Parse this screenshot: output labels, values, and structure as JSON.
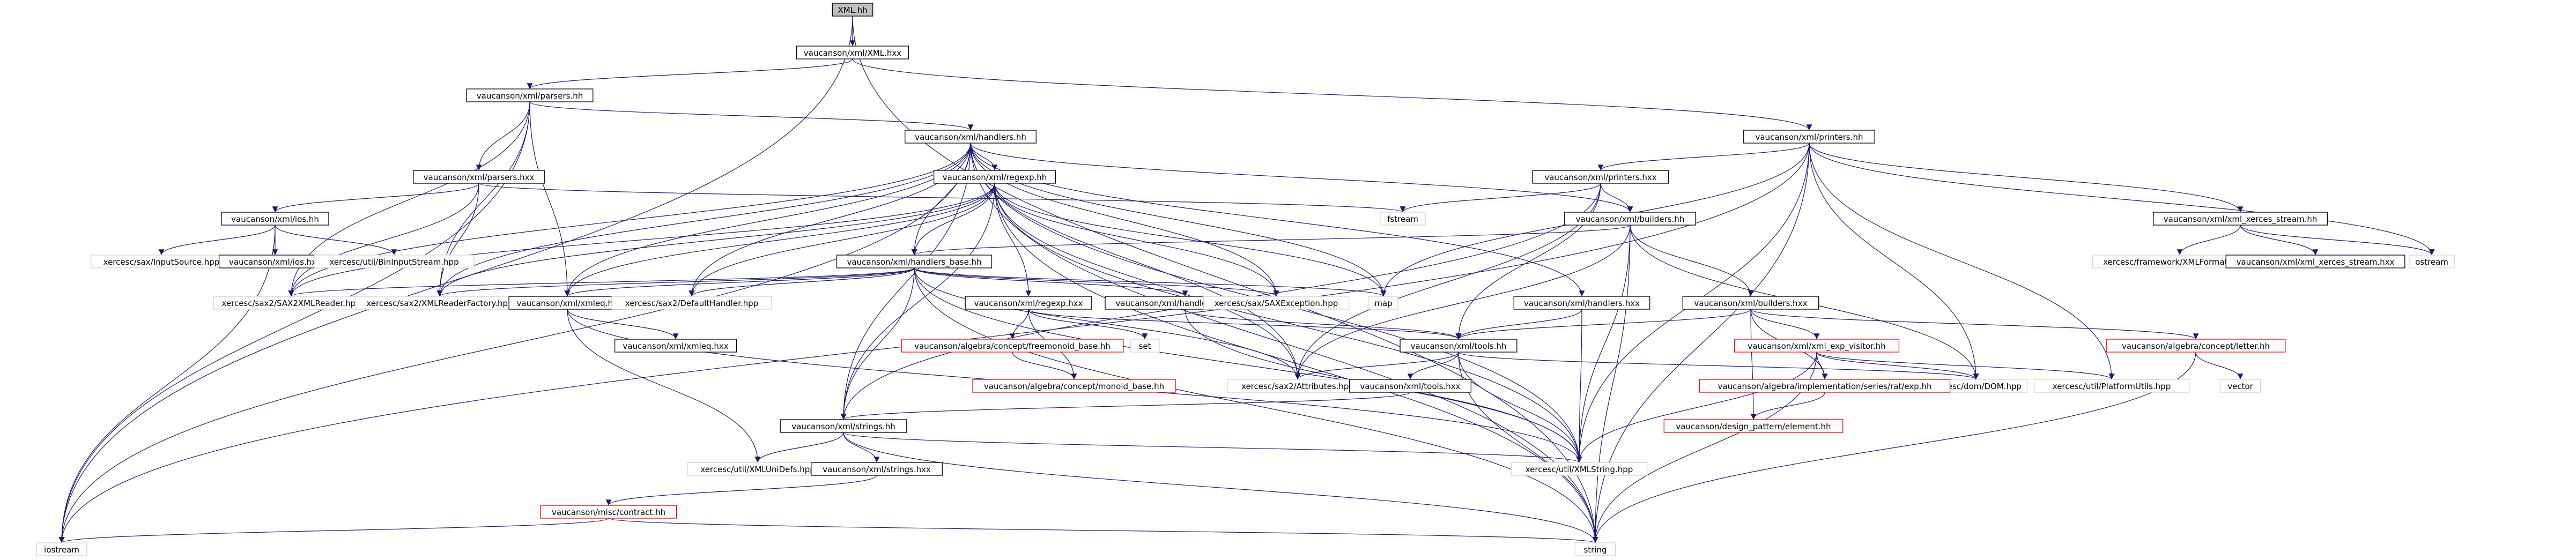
{
  "nodes": [
    {
      "id": "xml_hh",
      "label": "XML.hh",
      "kind": "root"
    },
    {
      "id": "vauc_xml_hxx",
      "label": "vaucanson/xml/XML.hxx",
      "kind": "normal"
    },
    {
      "id": "parsers_hh",
      "label": "vaucanson/xml/parsers.hh",
      "kind": "normal"
    },
    {
      "id": "handlers_hh",
      "label": "vaucanson/xml/handlers.hh",
      "kind": "normal"
    },
    {
      "id": "printers_hh",
      "label": "vaucanson/xml/printers.hh",
      "kind": "normal"
    },
    {
      "id": "regexp_hh",
      "label": "vaucanson/xml/regexp.hh",
      "kind": "normal"
    },
    {
      "id": "parsers_hxx",
      "label": "vaucanson/xml/parsers.hxx",
      "kind": "normal"
    },
    {
      "id": "printers_hxx",
      "label": "vaucanson/xml/printers.hxx",
      "kind": "normal"
    },
    {
      "id": "ios_hh",
      "label": "vaucanson/xml/ios.hh",
      "kind": "normal"
    },
    {
      "id": "fstream",
      "label": "fstream",
      "kind": "system"
    },
    {
      "id": "builders_hh",
      "label": "vaucanson/xml/builders.hh",
      "kind": "normal"
    },
    {
      "id": "xerces_stream_hh",
      "label": "vaucanson/xml/xml_xerces_stream.hh",
      "kind": "normal"
    },
    {
      "id": "inputsource",
      "label": "xercesc/sax/InputSource.hpp",
      "kind": "system"
    },
    {
      "id": "ios_hxx",
      "label": "vaucanson/xml/ios.hxx",
      "kind": "normal"
    },
    {
      "id": "bininputstream",
      "label": "xercesc/util/BinInputStream.hpp",
      "kind": "system"
    },
    {
      "id": "handlers_base_hh",
      "label": "vaucanson/xml/handlers_base.hh",
      "kind": "normal"
    },
    {
      "id": "xmlformatter",
      "label": "xercesc/framework/XMLFormatter.hpp",
      "kind": "system"
    },
    {
      "id": "xerces_stream_hxx",
      "label": "vaucanson/xml/xml_xerces_stream.hxx",
      "kind": "normal"
    },
    {
      "id": "ostream",
      "label": "ostream",
      "kind": "system"
    },
    {
      "id": "sax2xmlreader",
      "label": "xercesc/sax2/SAX2XMLReader.hpp",
      "kind": "system"
    },
    {
      "id": "xmlreaderfactory",
      "label": "xercesc/sax2/XMLReaderFactory.hpp",
      "kind": "system"
    },
    {
      "id": "xmleq_hh",
      "label": "vaucanson/xml/xmleq.hh",
      "kind": "normal"
    },
    {
      "id": "defaulthandler",
      "label": "xercesc/sax2/DefaultHandler.hpp",
      "kind": "system"
    },
    {
      "id": "regexp_hxx",
      "label": "vaucanson/xml/regexp.hxx",
      "kind": "normal"
    },
    {
      "id": "handlers_base_hxx",
      "label": "vaucanson/xml/handlers_base.hxx",
      "kind": "normal"
    },
    {
      "id": "saxexception",
      "label": "xercesc/sax/SAXException.hpp",
      "kind": "system"
    },
    {
      "id": "map",
      "label": "map",
      "kind": "system"
    },
    {
      "id": "handlers_hxx",
      "label": "vaucanson/xml/handlers.hxx",
      "kind": "normal"
    },
    {
      "id": "builders_hxx",
      "label": "vaucanson/xml/builders.hxx",
      "kind": "normal"
    },
    {
      "id": "xmleq_hxx",
      "label": "vaucanson/xml/xmleq.hxx",
      "kind": "normal"
    },
    {
      "id": "freemonoid_base",
      "label": "vaucanson/algebra/concept/freemonoid_base.hh",
      "kind": "missing"
    },
    {
      "id": "set",
      "label": "set",
      "kind": "system"
    },
    {
      "id": "tools_hh",
      "label": "vaucanson/xml/tools.hh",
      "kind": "normal"
    },
    {
      "id": "xml_exp_visitor",
      "label": "vaucanson/xml/xml_exp_visitor.hh",
      "kind": "missing"
    },
    {
      "id": "letter_hh",
      "label": "vaucanson/algebra/concept/letter.hh",
      "kind": "missing"
    },
    {
      "id": "vector",
      "label": "vector",
      "kind": "system"
    },
    {
      "id": "monoid_base",
      "label": "vaucanson/algebra/concept/monoid_base.hh",
      "kind": "missing"
    },
    {
      "id": "attributes",
      "label": "xercesc/sax2/Attributes.hpp",
      "kind": "system"
    },
    {
      "id": "tools_hxx",
      "label": "vaucanson/xml/tools.hxx",
      "kind": "normal"
    },
    {
      "id": "dom",
      "label": "xercesc/dom/DOM.hpp",
      "kind": "system"
    },
    {
      "id": "platformutils",
      "label": "xercesc/util/PlatformUtils.hpp",
      "kind": "system"
    },
    {
      "id": "series_exp",
      "label": "vaucanson/algebra/implementation/series/rat/exp.hh",
      "kind": "missing"
    },
    {
      "id": "strings_hh",
      "label": "vaucanson/xml/strings.hh",
      "kind": "normal"
    },
    {
      "id": "pattern_element",
      "label": "vaucanson/design_pattern/element.hh",
      "kind": "missing"
    },
    {
      "id": "xmlunidefs",
      "label": "xercesc/util/XMLUniDefs.hpp",
      "kind": "system"
    },
    {
      "id": "strings_hxx",
      "label": "vaucanson/xml/strings.hxx",
      "kind": "normal"
    },
    {
      "id": "xmlstring",
      "label": "xercesc/util/XMLString.hpp",
      "kind": "system"
    },
    {
      "id": "contract_hh",
      "label": "vaucanson/misc/contract.hh",
      "kind": "missing"
    },
    {
      "id": "iostream",
      "label": "iostream",
      "kind": "system"
    },
    {
      "id": "string",
      "label": "string",
      "kind": "system"
    }
  ],
  "edges": [
    [
      "xml_hh",
      "vauc_xml_hxx"
    ],
    [
      "xml_hh",
      "iostream"
    ],
    [
      "xml_hh",
      "string"
    ],
    [
      "vauc_xml_hxx",
      "parsers_hh"
    ],
    [
      "vauc_xml_hxx",
      "printers_hh"
    ],
    [
      "parsers_hh",
      "handlers_hh"
    ],
    [
      "parsers_hh",
      "parsers_hxx"
    ],
    [
      "parsers_hh",
      "xmleq_hh"
    ],
    [
      "parsers_hh",
      "sax2xmlreader"
    ],
    [
      "parsers_hh",
      "xmlreaderfactory"
    ],
    [
      "parsers_hh",
      "iostream"
    ],
    [
      "handlers_hh",
      "regexp_hh"
    ],
    [
      "handlers_hh",
      "handlers_base_hh"
    ],
    [
      "handlers_hh",
      "handlers_hxx"
    ],
    [
      "handlers_hh",
      "builders_hh"
    ],
    [
      "handlers_hh",
      "sax2xmlreader"
    ],
    [
      "handlers_hh",
      "xmlreaderfactory"
    ],
    [
      "handlers_hh",
      "defaulthandler"
    ],
    [
      "handlers_hh",
      "saxexception"
    ],
    [
      "handlers_hh",
      "map"
    ],
    [
      "handlers_hh",
      "attributes"
    ],
    [
      "handlers_hh",
      "xmlstring"
    ],
    [
      "handlers_hh",
      "strings_hh"
    ],
    [
      "handlers_hh",
      "xmleq_hh"
    ],
    [
      "handlers_hh",
      "string"
    ],
    [
      "handlers_hh",
      "iostream"
    ],
    [
      "printers_hh",
      "printers_hxx"
    ],
    [
      "printers_hh",
      "xerces_stream_hh"
    ],
    [
      "printers_hh",
      "map"
    ],
    [
      "printers_hh",
      "dom"
    ],
    [
      "printers_hh",
      "platformutils"
    ],
    [
      "printers_hh",
      "xmlstring"
    ],
    [
      "printers_hh",
      "ostream"
    ],
    [
      "printers_hh",
      "iostream"
    ],
    [
      "printers_hh",
      "string"
    ],
    [
      "parsers_hxx",
      "ios_hh"
    ],
    [
      "parsers_hxx",
      "fstream"
    ],
    [
      "parsers_hxx",
      "sax2xmlreader"
    ],
    [
      "parsers_hxx",
      "xmlreaderfactory"
    ],
    [
      "ios_hh",
      "inputsource"
    ],
    [
      "ios_hh",
      "ios_hxx"
    ],
    [
      "ios_hh",
      "bininputstream"
    ],
    [
      "ios_hh",
      "iostream"
    ],
    [
      "regexp_hh",
      "regexp_hxx"
    ],
    [
      "regexp_hh",
      "handlers_base_hh"
    ],
    [
      "regexp_hh",
      "strings_hh"
    ],
    [
      "regexp_hh",
      "xmleq_hh"
    ],
    [
      "regexp_hh",
      "saxexception"
    ],
    [
      "regexp_hh",
      "defaulthandler"
    ],
    [
      "regexp_hh",
      "sax2xmlreader"
    ],
    [
      "regexp_hh",
      "xmlreaderfactory"
    ],
    [
      "regexp_hh",
      "map"
    ],
    [
      "regexp_hh",
      "attributes"
    ],
    [
      "regexp_hh",
      "xmlstring"
    ],
    [
      "regexp_hh",
      "string"
    ],
    [
      "printers_hxx",
      "fstream"
    ],
    [
      "printers_hxx",
      "builders_hh"
    ],
    [
      "printers_hxx",
      "tools_hh"
    ],
    [
      "printers_hxx",
      "strings_hh"
    ],
    [
      "printers_hxx",
      "attributes"
    ],
    [
      "builders_hh",
      "builders_hxx"
    ],
    [
      "builders_hh",
      "handlers_base_hh"
    ],
    [
      "builders_hh",
      "dom"
    ],
    [
      "builders_hh",
      "attributes"
    ],
    [
      "builders_hh",
      "xmlstring"
    ],
    [
      "builders_hh",
      "string"
    ],
    [
      "xerces_stream_hh",
      "xmlformatter"
    ],
    [
      "xerces_stream_hh",
      "xerces_stream_hxx"
    ],
    [
      "xerces_stream_hh",
      "ostream"
    ],
    [
      "handlers_base_hh",
      "handlers_base_hxx"
    ],
    [
      "handlers_base_hh",
      "xmleq_hh"
    ],
    [
      "handlers_base_hh",
      "sax2xmlreader"
    ],
    [
      "handlers_base_hh",
      "xmlreaderfactory"
    ],
    [
      "handlers_base_hh",
      "defaulthandler"
    ],
    [
      "handlers_base_hh",
      "saxexception"
    ],
    [
      "handlers_base_hh",
      "map"
    ],
    [
      "handlers_base_hh",
      "strings_hh"
    ],
    [
      "handlers_base_hh",
      "attributes"
    ],
    [
      "handlers_base_hh",
      "xmlstring"
    ],
    [
      "handlers_base_hh",
      "string"
    ],
    [
      "xmleq_hh",
      "xmleq_hxx"
    ],
    [
      "xmleq_hh",
      "xmlunidefs"
    ],
    [
      "xmleq_hh",
      "xmlstring"
    ],
    [
      "regexp_hxx",
      "freemonoid_base"
    ],
    [
      "regexp_hxx",
      "set"
    ],
    [
      "regexp_hxx",
      "monoid_base"
    ],
    [
      "regexp_hxx",
      "tools_hh"
    ],
    [
      "handlers_base_hxx",
      "tools_hh"
    ],
    [
      "handlers_base_hxx",
      "xmlstring"
    ],
    [
      "handlers_hxx",
      "tools_hh"
    ],
    [
      "handlers_hxx",
      "xmlstring"
    ],
    [
      "builders_hxx",
      "xml_exp_visitor"
    ],
    [
      "builders_hxx",
      "letter_hh"
    ],
    [
      "builders_hxx",
      "tools_hh"
    ],
    [
      "builders_hxx",
      "series_exp"
    ],
    [
      "builders_hxx",
      "pattern_element"
    ],
    [
      "freemonoid_base",
      "monoid_base"
    ],
    [
      "tools_hh",
      "tools_hxx"
    ],
    [
      "tools_hh",
      "attributes"
    ],
    [
      "tools_hh",
      "dom"
    ],
    [
      "tools_hh",
      "xmlstring"
    ],
    [
      "tools_hh",
      "string"
    ],
    [
      "xml_exp_visitor",
      "series_exp"
    ],
    [
      "xml_exp_visitor",
      "dom"
    ],
    [
      "xml_exp_visitor",
      "platformutils"
    ],
    [
      "xml_exp_visitor",
      "xmlstring"
    ],
    [
      "xml_exp_visitor",
      "string"
    ],
    [
      "letter_hh",
      "vector"
    ],
    [
      "letter_hh",
      "string"
    ],
    [
      "tools_hxx",
      "strings_hh"
    ],
    [
      "series_exp",
      "pattern_element"
    ],
    [
      "strings_hh",
      "strings_hxx"
    ],
    [
      "strings_hh",
      "xmlunidefs"
    ],
    [
      "strings_hh",
      "xmlstring"
    ],
    [
      "strings_hh",
      "string"
    ],
    [
      "strings_hxx",
      "contract_hh"
    ],
    [
      "contract_hh",
      "iostream"
    ],
    [
      "contract_hh",
      "string"
    ]
  ]
}
